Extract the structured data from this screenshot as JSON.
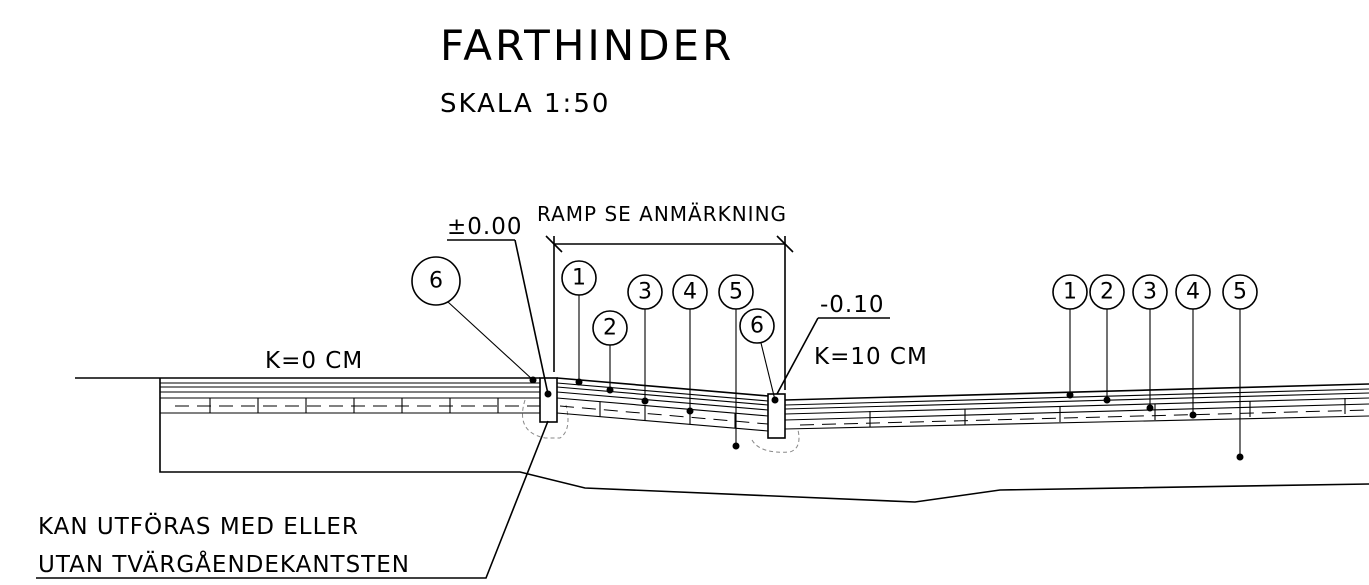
{
  "title": "FARTHINDER",
  "scale": "SKALA 1:50",
  "level_left": "±0.00",
  "level_right": "-0.10",
  "ramp_label": "RAMP SE ANMÄRKNING",
  "curb_left": "K=0 CM",
  "curb_right": "K=10 CM",
  "note_line1": "KAN UTFÖRAS MED ELLER",
  "note_line2": "UTAN TVÄRGÅENDEKANTSTEN",
  "callouts": {
    "c6a": "6",
    "c1a": "1",
    "c2a": "2",
    "c3a": "3",
    "c4a": "4",
    "c5a": "5",
    "c6b": "6",
    "c1b": "1",
    "c2b": "2",
    "c3b": "3",
    "c4b": "4",
    "c5b": "5"
  }
}
